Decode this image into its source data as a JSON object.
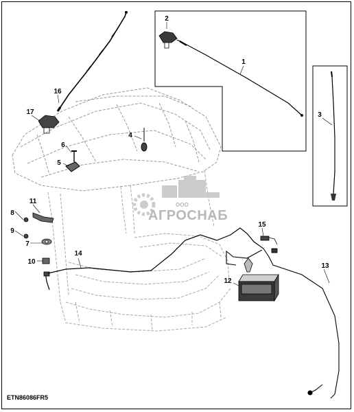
{
  "diagram": {
    "document_code": "ETN86086FR5",
    "watermark": {
      "company_prefix": "ООО",
      "company_name": "АГРОСНАБ"
    },
    "callouts": [
      {
        "id": "1",
        "label": "1"
      },
      {
        "id": "2",
        "label": "2"
      },
      {
        "id": "3",
        "label": "3"
      },
      {
        "id": "4",
        "label": "4"
      },
      {
        "id": "5",
        "label": "5"
      },
      {
        "id": "6",
        "label": "6"
      },
      {
        "id": "7",
        "label": "7"
      },
      {
        "id": "8",
        "label": "8"
      },
      {
        "id": "9",
        "label": "9"
      },
      {
        "id": "10",
        "label": "10"
      },
      {
        "id": "11",
        "label": "11"
      },
      {
        "id": "12",
        "label": "12"
      },
      {
        "id": "13",
        "label": "13"
      },
      {
        "id": "14",
        "label": "14"
      },
      {
        "id": "15",
        "label": "15"
      },
      {
        "id": "16",
        "label": "16"
      },
      {
        "id": "17",
        "label": "17"
      }
    ]
  }
}
